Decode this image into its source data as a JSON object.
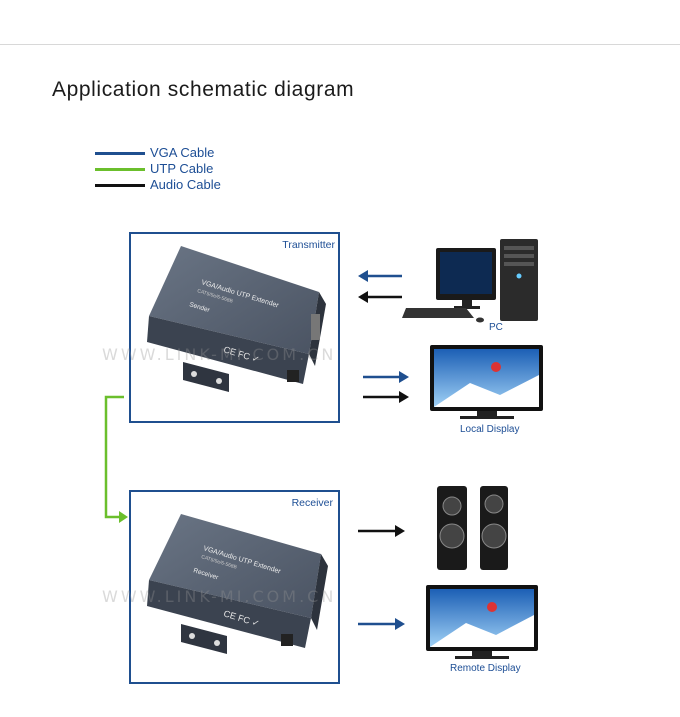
{
  "title": "Application schematic diagram",
  "legend": [
    {
      "label": "VGA Cable",
      "color": "#1f4f8f"
    },
    {
      "label": "UTP Cable",
      "color": "#6bbf2c"
    },
    {
      "label": "Audio Cable",
      "color": "#111111"
    }
  ],
  "transmitter": {
    "label": "Transmitter",
    "device_title": "VGA/Audio UTP Extender",
    "device_model": "CAT5/5e/6-568B",
    "device_name": "Sender"
  },
  "receiver": {
    "label": "Receiver",
    "device_title": "VGA/Audio UTP Extender",
    "device_model": "CAT5/5e/6-568B",
    "device_name": "Receiver"
  },
  "captions": {
    "pc": "PC",
    "local_display": "Local Display",
    "remote_display": "Remote Display"
  },
  "watermark": "WWW.LINK-MI.COM.CN",
  "colors": {
    "accent_blue": "#1f4f8f",
    "utp_green": "#6bbf2c",
    "audio_black": "#111111"
  }
}
